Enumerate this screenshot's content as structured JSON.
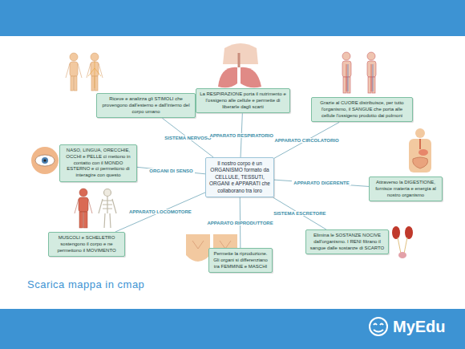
{
  "diagram": {
    "nodes": [
      {
        "text": [
          "Riceve e analizza gli STIMOLI che provengono dall'esterno e dall'interno del corpo umano"
        ]
      },
      {
        "text": [
          "La RESPIRAZIONE porta il nutrimento e l'ossigeno alle cellule e permette di liberarle dagli scarti"
        ]
      },
      {
        "text": [
          "Grazie al CUORE distribuisce, per tutto l'organismo, il SANGUE che porta alle cellule l'ossigeno prodotto dai polmoni"
        ]
      },
      {
        "text": [
          "NASO, LINGUA, ORECCHIE, OCCHI e PELLE ci mettono in contatto con il MONDO ESTERNO e ci permettono di interagire con questo"
        ]
      },
      {
        "text": [
          "Il nostro corpo è un ORGANISMO formato da CELLULE, TESSUTI, ORGANI e APPARATI che collaborano tra loro"
        ]
      },
      {
        "text": [
          "Attraverso la DIGESTIONE, fornisce materia e energia al nostro organismo"
        ]
      },
      {
        "text": [
          "MUSCOLI e SCHELETRO sostengono il corpo e ne permettono il MOVIMENTO"
        ]
      },
      {
        "text": [
          "Permette la riproduzione. Gli organi si differenziano tra FEMMINE e MASCHI"
        ]
      },
      {
        "text": [
          "Elimina le SOSTANZE NOCIVE dall'organismo. I RENI filtrano il sangue dalle sostanze di SCARTO"
        ]
      }
    ],
    "edges": [
      {
        "from": 4,
        "to": 0,
        "label": "SISTEMA NERVOSO",
        "arrow": "none"
      },
      {
        "from": 4,
        "to": 1,
        "label": "APPARATO RESPIRATORIO",
        "arrow": "none"
      },
      {
        "from": 4,
        "to": 2,
        "label": "APPARATO CIRCOLATORIO",
        "arrow": "none"
      },
      {
        "from": 4,
        "to": 3,
        "label": "ORGANI DI SENSO",
        "arrow": "none"
      },
      {
        "from": 4,
        "to": 5,
        "label": "APPARATO DIGERENTE",
        "arrow": "none"
      },
      {
        "from": 4,
        "to": 6,
        "label": "APPARATO LOCOMOTORE",
        "arrow": "none"
      },
      {
        "from": 4,
        "to": 7,
        "label": "APPARATO RIPRODUTTORE",
        "arrow": "none"
      },
      {
        "from": 4,
        "to": 8,
        "label": "SISTEMA ESCRETORE",
        "arrow": "none"
      }
    ],
    "labels": [
      "Scarica mappa in cmap",
      "MyEdu"
    ]
  }
}
